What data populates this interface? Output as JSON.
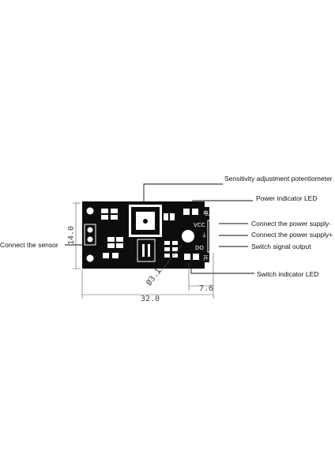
{
  "labels": {
    "potentiometer": "Sensitivity adjustment potentiometer",
    "power_led": "Power indicator LED",
    "supply_minus": "Connect the power supply-",
    "supply_plus": "Connect the power supply+",
    "signal_output": "Switch signal output",
    "sensor": "Connect the sensor",
    "switch_led": "Switch indicator LED"
  },
  "dimensions": {
    "height": "14.0",
    "width": "32.0",
    "hole": "Ø3.1",
    "pin_offset": "7.6"
  },
  "silkscreen": {
    "power": "电源",
    "vcc": "VCC",
    "gnd": "⏚",
    "do": "DO",
    "switch": "开关"
  },
  "colors": {
    "board": "#0d0d0d",
    "silk": "#ffffff"
  }
}
